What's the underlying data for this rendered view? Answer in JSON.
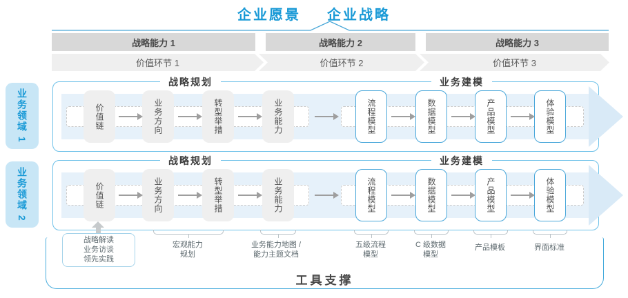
{
  "title": {
    "vision": "企业愿景",
    "strategy": "企业战略"
  },
  "capability_bar": [
    "战略能力 1",
    "战略能力 2",
    "战略能力 3"
  ],
  "value_chain_bar": [
    "价值环节 1",
    "价值环节 2",
    "价值环节 3"
  ],
  "domains": [
    "业务领域 1",
    "业务领域 2"
  ],
  "row_headers": {
    "planning": "战略规划",
    "modeling": "业务建模"
  },
  "boxes": {
    "gray": [
      "价值链",
      "业务方向",
      "转型举措",
      "业务能力"
    ],
    "blue": [
      "流程模型",
      "数据模型",
      "产品模型",
      "体验模型"
    ]
  },
  "bottom": {
    "practice_box": "战略解读\n业务访谈\n领先实践",
    "labels": [
      "宏观能力\n规划",
      "业务能力地图 /\n能力主题文档",
      "五级流程\n模型",
      "C 级数据\n模型",
      "产品模板",
      "界面标准"
    ],
    "tool_support": "工具支撑"
  },
  "colors": {
    "accent_blue": "#1899d6",
    "container_border": "#45abdc",
    "row_border": "#6cc0e8",
    "band_blue": "#e6f1fa",
    "bar_gray": "#d8d8d8",
    "chevron_gray": "#efefef",
    "box_gray": "#efefef",
    "box_border_blue": "#49a7da",
    "domain_fill": "#c8e6f6"
  }
}
